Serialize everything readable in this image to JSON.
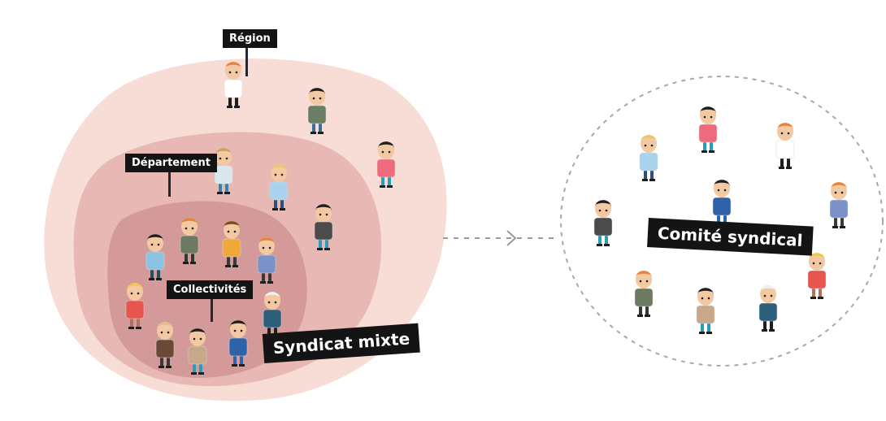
{
  "labels": {
    "region": "Région",
    "departement": "Département",
    "collectivites": "Collectivités",
    "syndicat_mixte": "Syndicat mixte",
    "comite_syndical": "Comité syndical"
  },
  "colors": {
    "region_outer": "#f8dcd6",
    "departement_middle": "#e8b8b4",
    "collectivites_inner": "#d39a99",
    "sign_background": "#141414",
    "sign_text": "#ffffff",
    "dashed_circle": "#a8a8a8",
    "arrow": "#9a9a9a"
  },
  "people": {
    "region": [
      {
        "name": "man-glasses-walking",
        "shirt": "#ffffff",
        "pants": "#1e1e1e",
        "hair": "#e8833a"
      },
      {
        "name": "man-backpack",
        "shirt": "#6b7d63",
        "pants": "#3a6f9c",
        "hair": "#1e1e1e"
      },
      {
        "name": "woman-pink",
        "shirt": "#f06a7d",
        "pants": "#2a9bb8",
        "hair": "#1e1e1e"
      }
    ],
    "departement": [
      {
        "name": "bald-man",
        "shirt": "#dbe7ef",
        "pants": "#2a8ab0",
        "hair": "#c9a26a"
      },
      {
        "name": "blond-man-waving",
        "shirt": "#a9d2ee",
        "pants": "#2d4f7a",
        "hair": "#e8c76a"
      },
      {
        "name": "man-dark-sweater",
        "shirt": "#4b4b4b",
        "pants": "#2a9bb8",
        "hair": "#1e1e1e"
      }
    ],
    "collectivites": [
      {
        "name": "woman-blue",
        "shirt": "#8cc3e0",
        "pants": "#1f4f63",
        "hair": "#1e1e1e"
      },
      {
        "name": "farmer-pitchfork",
        "shirt": "#6b7a60",
        "pants": "#2f3a2c",
        "hair": "#e8833a"
      },
      {
        "name": "mustache-man",
        "shirt": "#f0a83a",
        "pants": "#3a3a3a",
        "hair": "#7a4a1e"
      },
      {
        "name": "redhead-woman",
        "shirt": "#7a92c9",
        "pants": "#3a3a3a",
        "hair": "#e8833a"
      },
      {
        "name": "blond-girl",
        "shirt": "#e8554f",
        "pants": "#b0705a",
        "hair": "#f2c84b"
      },
      {
        "name": "old-woman",
        "shirt": "#6a4a36",
        "pants": "#3a3a3a",
        "hair": "#e0c08a"
      },
      {
        "name": "young-man",
        "shirt": "#c7a888",
        "pants": "#2a9bb8",
        "hair": "#1e1e1e"
      },
      {
        "name": "suit-man",
        "shirt": "#2f62a8",
        "pants": "#2f62a8",
        "hair": "#1e1e1e"
      },
      {
        "name": "old-man-cane",
        "shirt": "#2b5f7a",
        "pants": "#1e1e1e",
        "hair": "#f0f0f0"
      }
    ],
    "comite": [
      {
        "name": "blond-man-waving",
        "shirt": "#a9d2ee",
        "pants": "#2d4f7a",
        "hair": "#e8c76a"
      },
      {
        "name": "woman-pink",
        "shirt": "#f06a7d",
        "pants": "#2a9bb8",
        "hair": "#1e1e1e"
      },
      {
        "name": "man-glasses-walking",
        "shirt": "#ffffff",
        "pants": "#1e1e1e",
        "hair": "#e8833a"
      },
      {
        "name": "man-dark-sweater",
        "shirt": "#4b4b4b",
        "pants": "#2a9bb8",
        "hair": "#1e1e1e"
      },
      {
        "name": "suit-man",
        "shirt": "#2f62a8",
        "pants": "#2f62a8",
        "hair": "#1e1e1e"
      },
      {
        "name": "redhead-woman",
        "shirt": "#7a92c9",
        "pants": "#3a3a3a",
        "hair": "#e8833a"
      },
      {
        "name": "blond-girl",
        "shirt": "#e8554f",
        "pants": "#b0705a",
        "hair": "#f2c84b"
      },
      {
        "name": "farmer-pitchfork",
        "shirt": "#6b7a60",
        "pants": "#2f3a2c",
        "hair": "#e8833a"
      },
      {
        "name": "young-man",
        "shirt": "#c7a888",
        "pants": "#2a9bb8",
        "hair": "#1e1e1e"
      },
      {
        "name": "old-man-cane",
        "shirt": "#2b5f7a",
        "pants": "#1e1e1e",
        "hair": "#f0f0f0"
      }
    ]
  }
}
